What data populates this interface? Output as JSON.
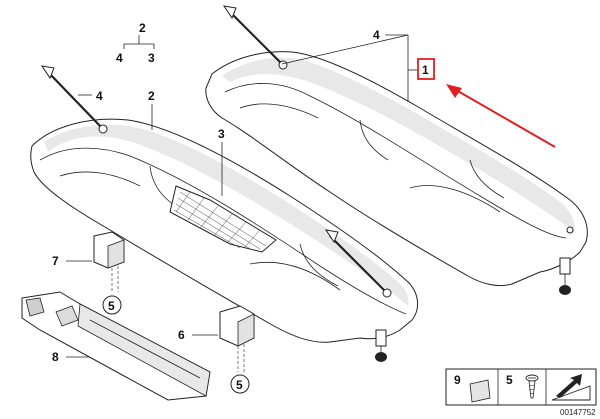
{
  "labels": {
    "part_1": "1",
    "part_2_top": "2",
    "part_4_top": "4",
    "part_3_top": "3",
    "part_4_cord_right": "4",
    "part_4_cord_left": "4",
    "part_2_left": "2",
    "part_3_mesh": "3",
    "part_7": "7",
    "part_5_a": "5",
    "part_6": "6",
    "part_8": "8",
    "part_5_b": "5",
    "legend_9": "9",
    "legend_5": "5"
  },
  "diagram_number": "00147752",
  "colors": {
    "highlight": "#e02020",
    "line": "#222222"
  },
  "icons": {
    "highlight_arrow": "red-arrow-icon",
    "screw": "screw-icon",
    "foam_pad": "foam-pad-icon",
    "tool": "wedge-arrow-icon"
  }
}
